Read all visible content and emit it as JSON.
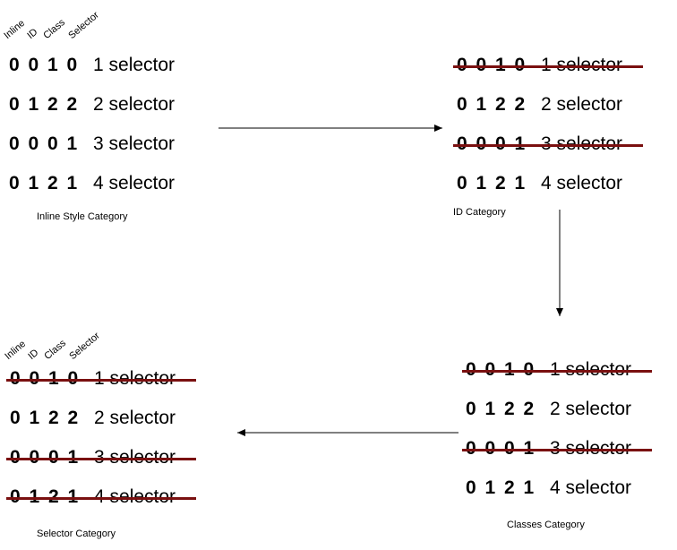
{
  "headers": [
    "Inline",
    "ID",
    "Class",
    "Selector"
  ],
  "panels": [
    {
      "name": "inline",
      "caption": "Inline Style Category",
      "show_headers": true,
      "rows": [
        {
          "spec": "0 0 1 0",
          "label": "1 selector",
          "struck": false
        },
        {
          "spec": "0 1 2 2",
          "label": "2 selector",
          "struck": false
        },
        {
          "spec": "0 0 0 1",
          "label": "3 selector",
          "struck": false
        },
        {
          "spec": "0 1 2 1",
          "label": "4 selector",
          "struck": false
        }
      ]
    },
    {
      "name": "id",
      "caption": "ID Category",
      "show_headers": false,
      "rows": [
        {
          "spec": "0 0 1 0",
          "label": "1 selector",
          "struck": true
        },
        {
          "spec": "0 1 2 2",
          "label": "2 selector",
          "struck": false
        },
        {
          "spec": "0 0 0 1",
          "label": "3 selector",
          "struck": true
        },
        {
          "spec": "0 1 2 1",
          "label": "4 selector",
          "struck": false
        }
      ]
    },
    {
      "name": "classes",
      "caption": "Classes Category",
      "show_headers": false,
      "rows": [
        {
          "spec": "0 0 1 0",
          "label": "1 selector",
          "struck": true
        },
        {
          "spec": "0 1 2 2",
          "label": "2 selector",
          "struck": false
        },
        {
          "spec": "0 0 0 1",
          "label": "3 selector",
          "struck": true
        },
        {
          "spec": "0 1 2 1",
          "label": "4 selector",
          "struck": false
        }
      ]
    },
    {
      "name": "selector",
      "caption": "Selector Category",
      "show_headers": true,
      "rows": [
        {
          "spec": "0 0 1 0",
          "label": "1 selector",
          "struck": true
        },
        {
          "spec": "0 1 2 2",
          "label": "2 selector",
          "struck": false
        },
        {
          "spec": "0 0 0 1",
          "label": "3 selector",
          "struck": true
        },
        {
          "spec": "0 1 2 1",
          "label": "4 selector",
          "struck": true
        }
      ]
    }
  ],
  "colors": {
    "strike": "#7a1010",
    "arrow": "#000000"
  }
}
